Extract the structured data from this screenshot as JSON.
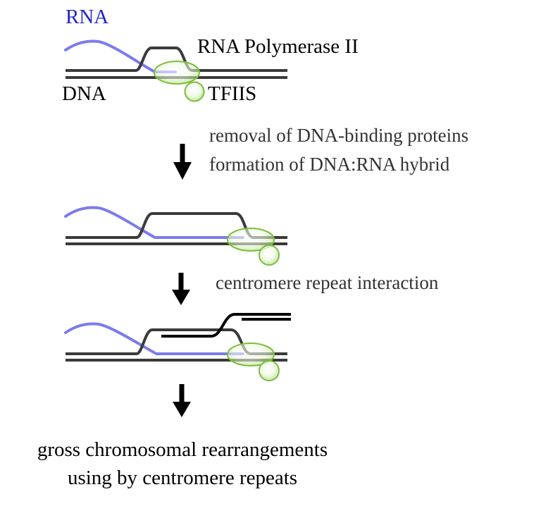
{
  "diagram": {
    "labels": {
      "rna": "RNA",
      "polymerase": "RNA Polymerase II",
      "dna": "DNA",
      "tfiis": "TFIIS"
    },
    "steps": [
      {
        "lines": [
          "removal of DNA-binding proteins",
          "formation of DNA:RNA hybrid"
        ]
      },
      {
        "lines": [
          "centromere repeat interaction"
        ]
      }
    ],
    "result": {
      "line1": "gross chromosomal rearrangements",
      "line2": "using by centromere repeats"
    },
    "colors": {
      "rna_label": "#2323cc",
      "rna_strand": "#7b7bee",
      "dna_strand": "#3a3a3a",
      "invading_strand": "#000000",
      "protein_fill": "#9ed464",
      "protein_border": "#7cbe3e",
      "annotation_text": "#333333",
      "text": "#000000"
    }
  }
}
